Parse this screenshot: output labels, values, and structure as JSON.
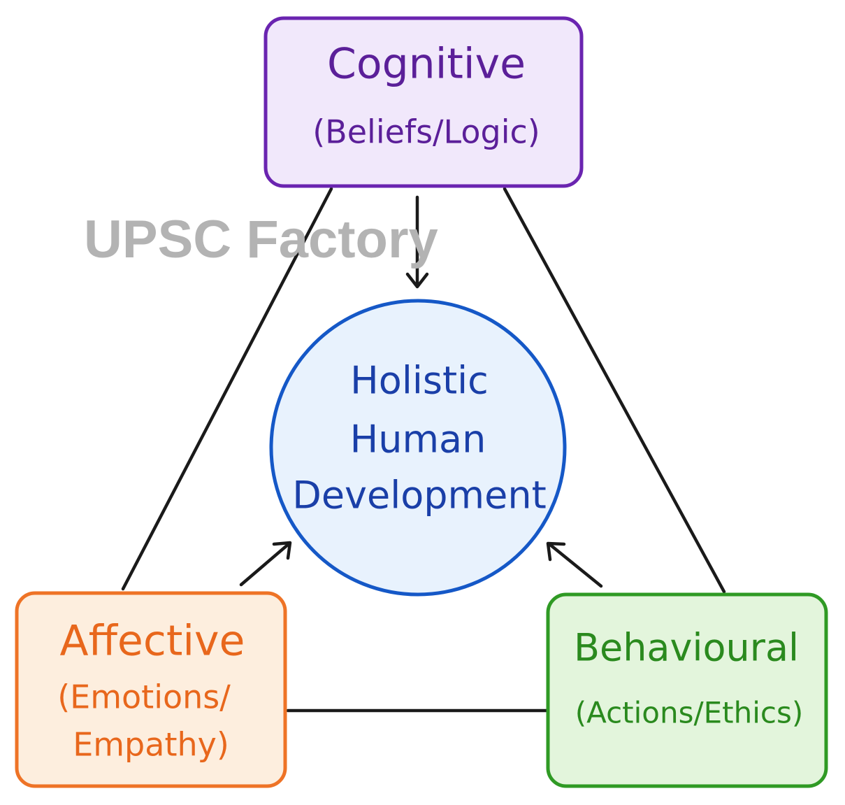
{
  "watermark": {
    "text": "UPSC Factory",
    "color": "#b3b3b3"
  },
  "nodes": {
    "cognitive": {
      "title": "Cognitive",
      "subtitle": "(Beliefs/Logic)",
      "color": "#5b1f99",
      "border_color": "#6a24b0",
      "fill": "#f1e8fb"
    },
    "affective": {
      "title": "Affective",
      "subtitle_line1": "(Emotions/",
      "subtitle_line2": "Empathy)",
      "color": "#e8671c",
      "border_color": "#ee7326",
      "fill": "#fdeede"
    },
    "behavioural": {
      "title": "Behavioural",
      "subtitle": "(Actions/Ethics)",
      "color": "#2a8a1e",
      "border_color": "#2f9a24",
      "fill": "#e3f5dc"
    },
    "center": {
      "line1": "Holistic",
      "line2": "Human",
      "line3": "Development",
      "color": "#1a3fa8",
      "border_color": "#1558c7",
      "fill": "#e8f2fd"
    }
  },
  "connector_color": "#1a1a1a"
}
